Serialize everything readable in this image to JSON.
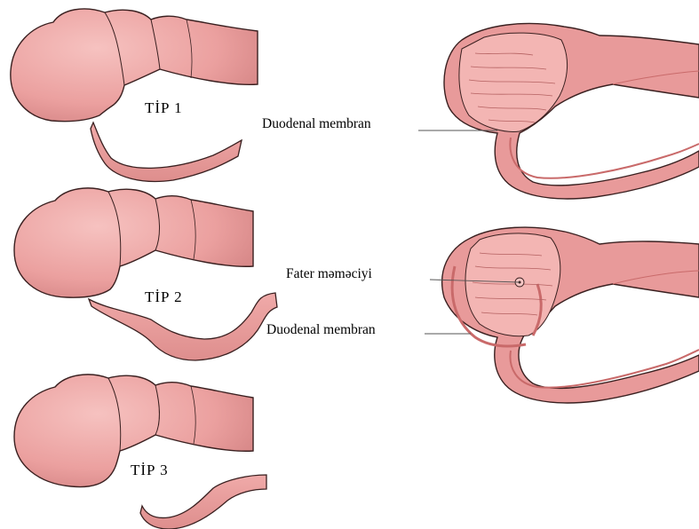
{
  "labels": {
    "tip1": "TİP 1",
    "tip2": "TİP 2",
    "tip3": "TİP 3",
    "duodenal_membran_1": "Duodenal membran",
    "fater": "Fater məməciyi",
    "duodenal_membran_2": "Duodenal membran"
  },
  "colors": {
    "tissue": "#e89a9a",
    "tissue_light": "#f3b5b3",
    "tissue_dark": "#c96a6a",
    "outline": "#3a2020",
    "wall": "#d98484",
    "background": "#ffffff"
  }
}
